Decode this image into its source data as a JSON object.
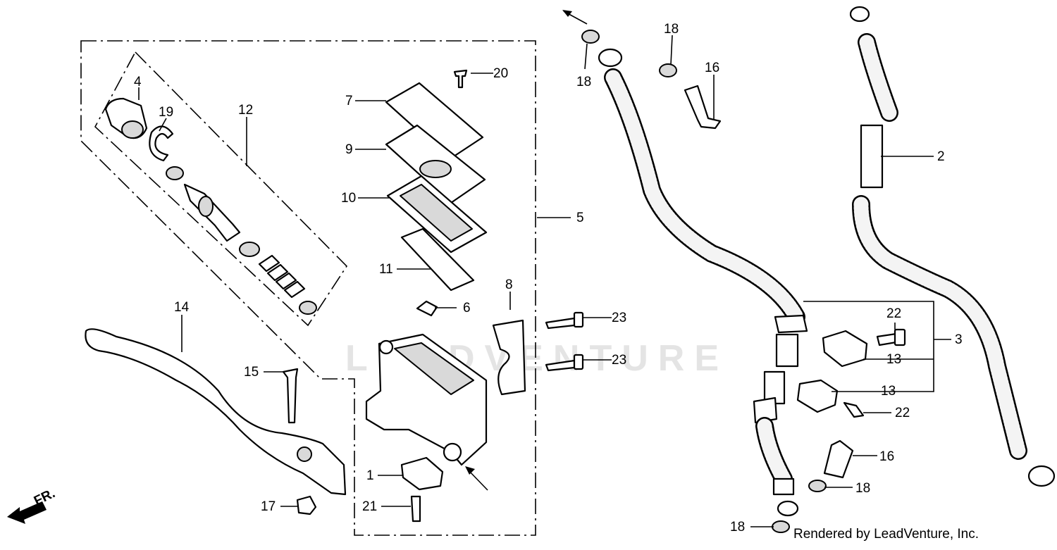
{
  "watermark": "LEADVENTURE",
  "credit": "Rendered by LeadVenture, Inc.",
  "direction_label": "FR.",
  "callouts": {
    "c1": "1",
    "c2": "2",
    "c3": "3",
    "c4": "4",
    "c5": "5",
    "c6": "6",
    "c7": "7",
    "c8": "8",
    "c9": "9",
    "c10": "10",
    "c11": "11",
    "c12": "12",
    "c13a": "13",
    "c13b": "13",
    "c14": "14",
    "c15": "15",
    "c16a": "16",
    "c16b": "16",
    "c17": "17",
    "c18a": "18",
    "c18b": "18",
    "c18c": "18",
    "c18d": "18",
    "c19": "19",
    "c20": "20",
    "c21": "21",
    "c22a": "22",
    "c22b": "22",
    "c23a": "23",
    "c23b": "23"
  }
}
